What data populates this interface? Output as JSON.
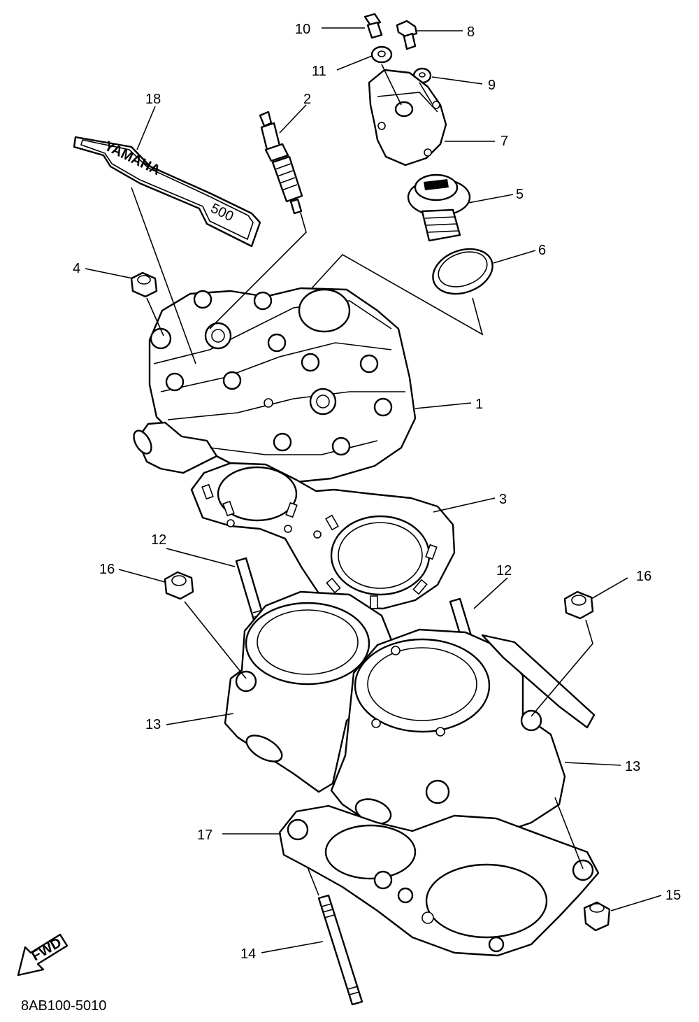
{
  "callouts": [
    {
      "id": "c1",
      "label": "1"
    },
    {
      "id": "c2",
      "label": "2"
    },
    {
      "id": "c3",
      "label": "3"
    },
    {
      "id": "c4",
      "label": "4"
    },
    {
      "id": "c5",
      "label": "5"
    },
    {
      "id": "c6",
      "label": "6"
    },
    {
      "id": "c7",
      "label": "7"
    },
    {
      "id": "c8",
      "label": "8"
    },
    {
      "id": "c9",
      "label": "9"
    },
    {
      "id": "c10",
      "label": "10"
    },
    {
      "id": "c11",
      "label": "11"
    },
    {
      "id": "c12a",
      "label": "12"
    },
    {
      "id": "c12b",
      "label": "12"
    },
    {
      "id": "c13a",
      "label": "13"
    },
    {
      "id": "c13b",
      "label": "13"
    },
    {
      "id": "c14",
      "label": "14"
    },
    {
      "id": "c15",
      "label": "15"
    },
    {
      "id": "c16a",
      "label": "16"
    },
    {
      "id": "c16b",
      "label": "16"
    },
    {
      "id": "c17",
      "label": "17"
    },
    {
      "id": "c18",
      "label": "18"
    }
  ],
  "emblem": {
    "brand": "YAMAHA",
    "model": "500"
  },
  "fwd_label": "FWD",
  "drawing_code": "8AB100-5010"
}
